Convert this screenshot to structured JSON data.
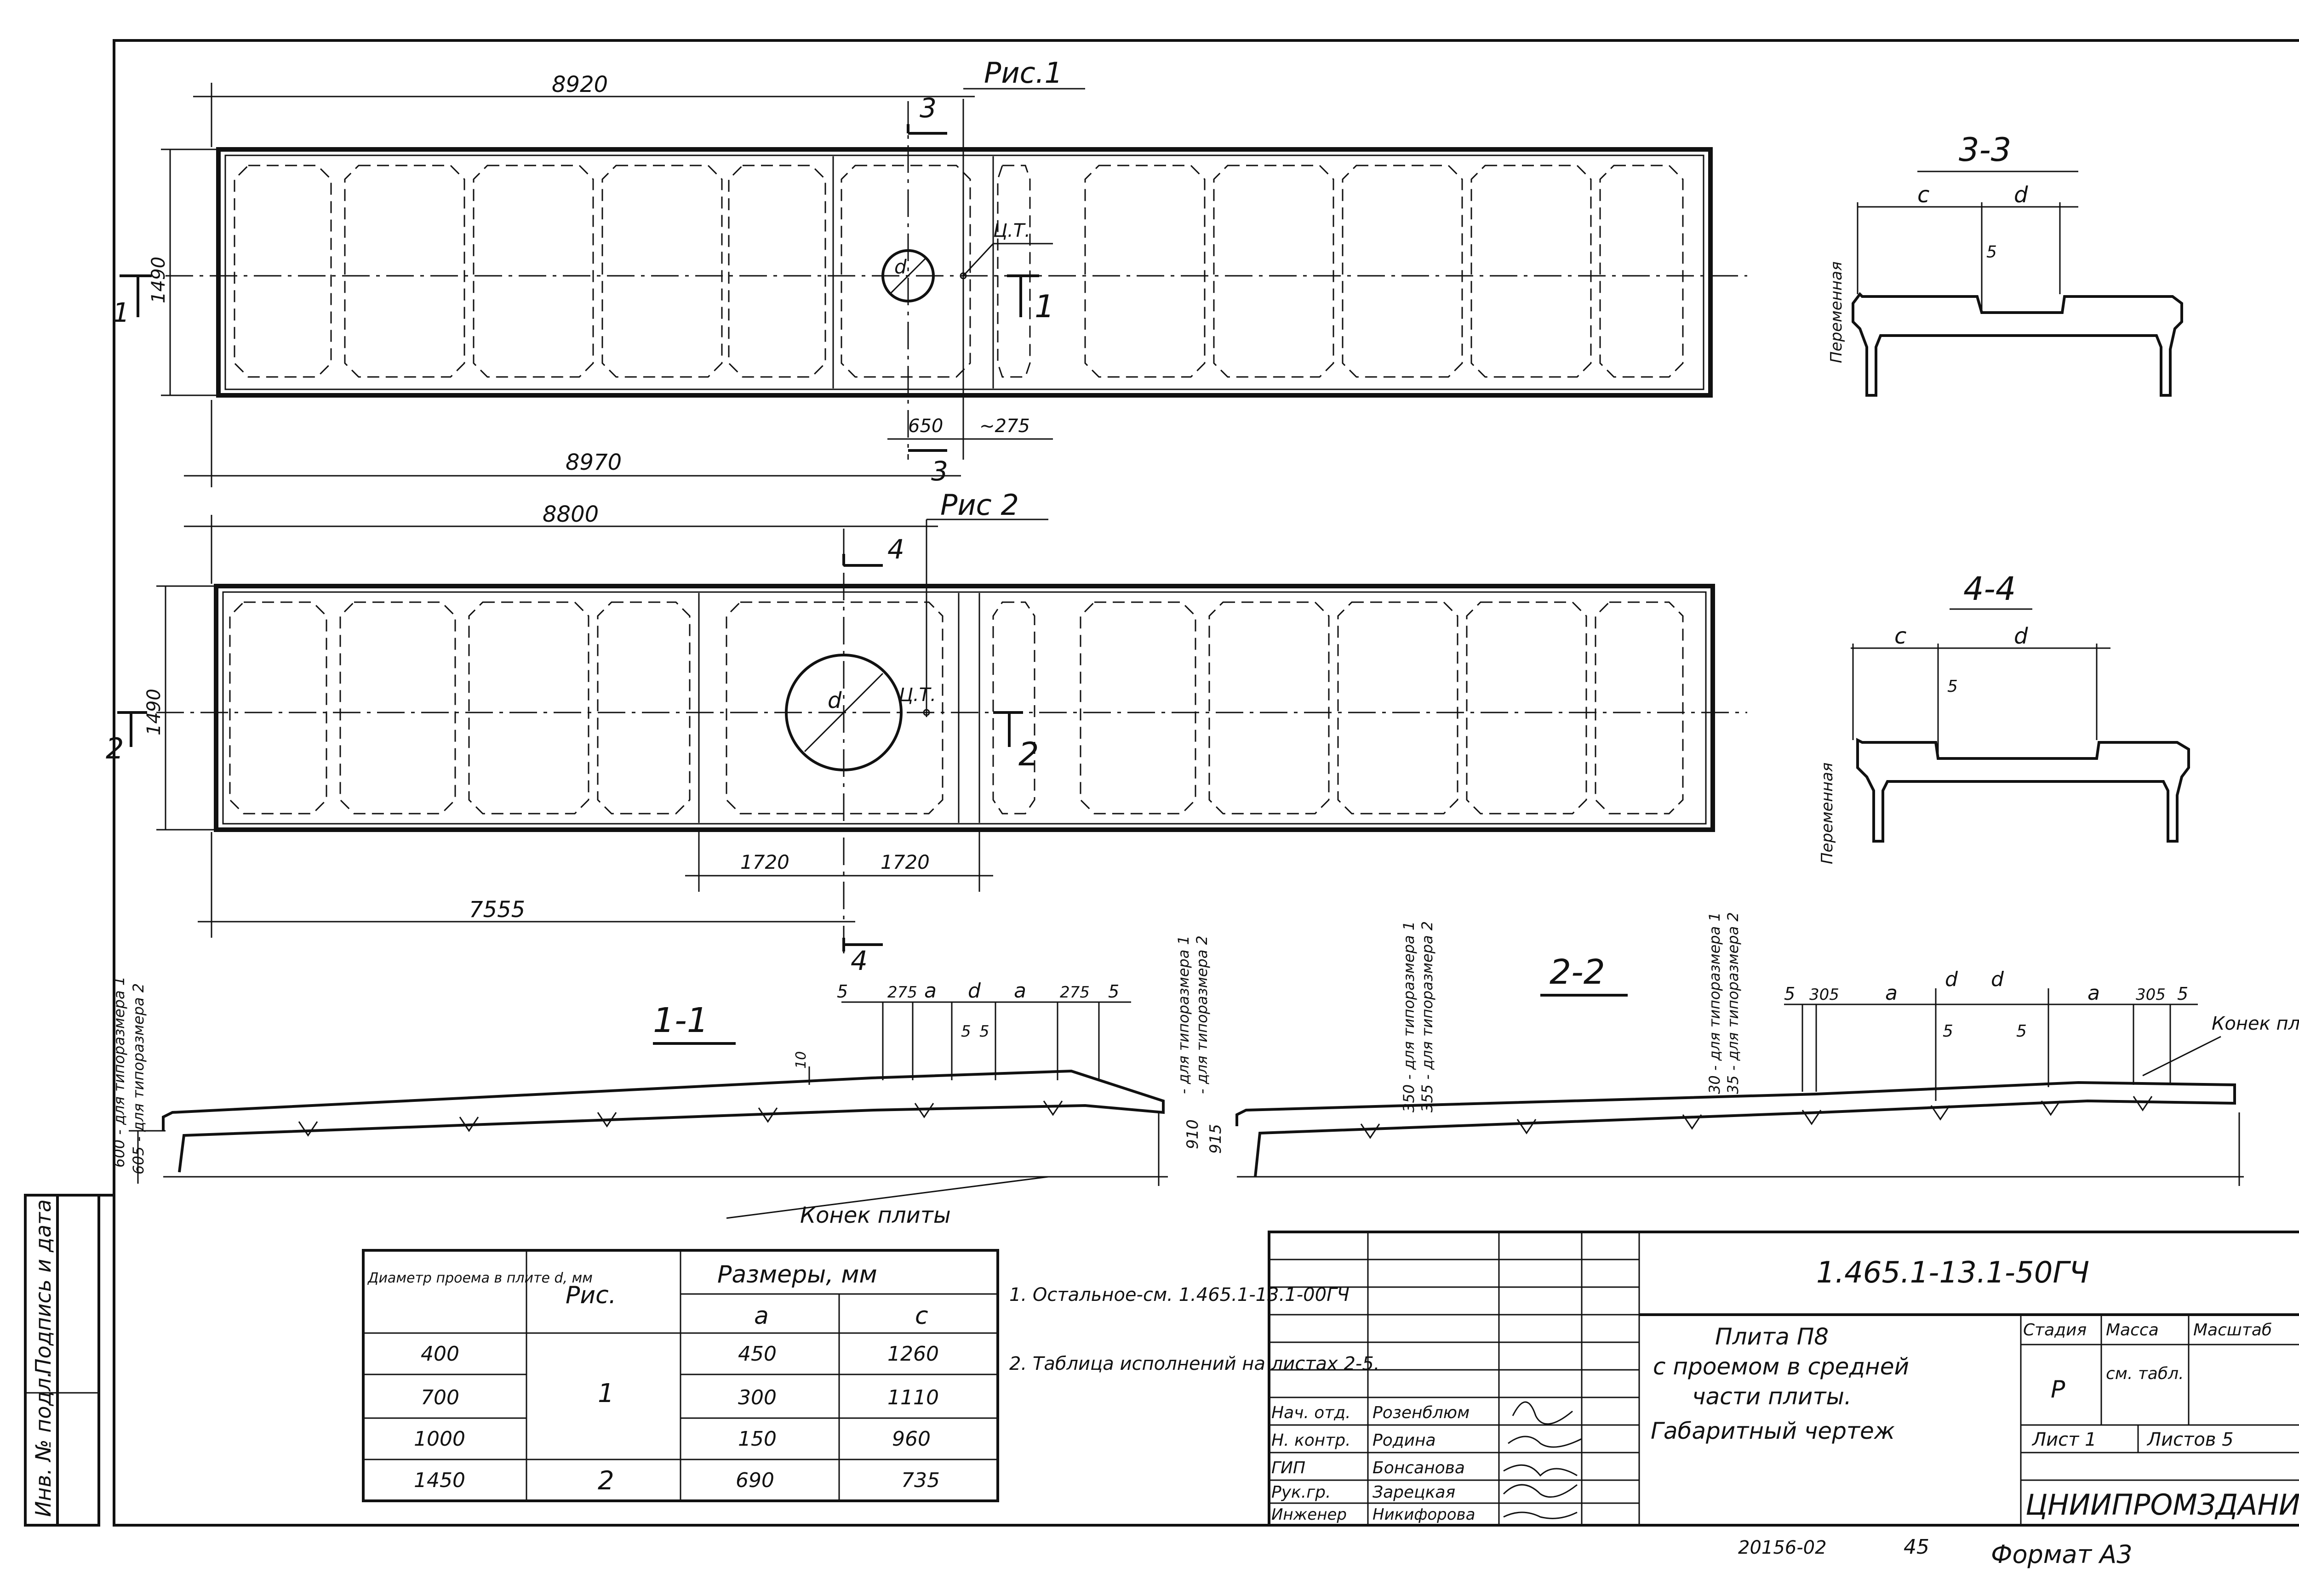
{
  "drawing": {
    "code": "1.465.1-13.1-50ГЧ",
    "title_lines": [
      "Плита П8",
      "с проемом в средней",
      "части плиты.",
      "Габаритный чертеж"
    ],
    "organization": "ЦНИИПРОМЗДАНИЙ",
    "format": "Формат А3",
    "archive_no": "20156-02",
    "page_no": "45",
    "side_stamp": [
      "Подпись и дата",
      "Инв. № подл."
    ]
  },
  "stamp": {
    "stage_header": "Стадия",
    "mass_header": "Масса",
    "scale_header": "Масштаб",
    "stage": "Р",
    "mass": "см. табл.",
    "sheet": "Лист 1",
    "sheets": "Листов 5",
    "roles": [
      "Нач. отд.",
      "Н. контр.",
      "ГИП",
      "Рук.гр.",
      "Инженер"
    ],
    "names": [
      "Розенблюм",
      "Родина",
      "Бонсанова",
      "Зарецкая",
      "Никифорова"
    ]
  },
  "table": {
    "headers": {
      "diameter": "Диаметр проема в плите d, мм",
      "figure": "Рис.",
      "sizes": "Размеры, мм",
      "a": "a",
      "c": "c"
    },
    "rows": [
      {
        "d": "400",
        "fig": "1",
        "a": "450",
        "c": "1260"
      },
      {
        "d": "700",
        "fig": "1",
        "a": "300",
        "c": "1110"
      },
      {
        "d": "1000",
        "fig": "1",
        "a": "150",
        "c": "960"
      },
      {
        "d": "1450",
        "fig": "2",
        "a": "690",
        "c": "735"
      }
    ]
  },
  "notes": [
    "1. Остальное-см. 1.465.1-13.1-00ГЧ",
    "2. Таблица исполнений на листах 2-5."
  ],
  "figures": {
    "fig1": {
      "label": "Рис.1",
      "dims": [
        "8920",
        "1490",
        "650",
        "~275",
        "8970"
      ],
      "section_marks": [
        "3",
        "3",
        "1",
        "1"
      ],
      "hole": "d",
      "cg": "Ц.Т."
    },
    "fig2": {
      "label": "Рис 2",
      "dims": [
        "8800",
        "1490",
        "1720",
        "1720",
        "7555"
      ],
      "section_marks": [
        "4",
        "4",
        "2",
        "2"
      ],
      "hole": "d",
      "cg": "Ц.Т."
    }
  },
  "sections": {
    "s33": {
      "title": "3-3",
      "dims": [
        "c",
        "d",
        "5"
      ],
      "side": "Переменная"
    },
    "s44": {
      "title": "4-4",
      "dims": [
        "c",
        "d",
        "5"
      ],
      "side": "Переменная"
    },
    "s11": {
      "title": "1-1",
      "dims": [
        "5",
        "275",
        "a",
        "d",
        "a",
        "275",
        "5",
        "5",
        "5",
        "10",
        "910"
      ],
      "side_labels": [
        "600 - для типоразмера 1",
        "605 - для типоразмера 2"
      ],
      "right_labels": [
        "- для типоразмера 1",
        "- для типоразмера 2"
      ],
      "ridge": "Конек плиты"
    },
    "s22": {
      "title": "2-2",
      "dims": [
        "5",
        "305",
        "a",
        "d",
        "d",
        "a",
        "305",
        "5",
        "5",
        "5",
        "915"
      ],
      "left_labels": [
        "350 - для типоразмера 1",
        "355 - для типоразмера 2"
      ],
      "mid_labels": [
        "30 - для типоразмера 1",
        "35 - для типоразмера 2"
      ],
      "ridge": "Конек плиты"
    }
  }
}
